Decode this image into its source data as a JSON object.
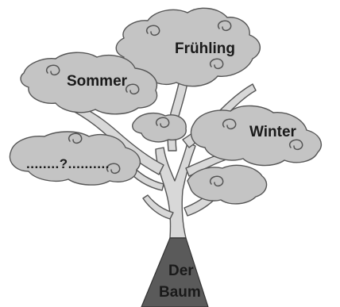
{
  "tree": {
    "labels": {
      "spring": "Frühling",
      "summer": "Sommer",
      "winter": "Winter",
      "blank": "........?..........",
      "trunk_line1": "Der",
      "trunk_line2": "Baum"
    },
    "colors": {
      "branch_fill": "#d8d8d8",
      "canopy_fill": "#c4c4c4",
      "outline": "#555555",
      "pot_fill": "#5a5a5a",
      "text": "#1a1a1a"
    }
  }
}
